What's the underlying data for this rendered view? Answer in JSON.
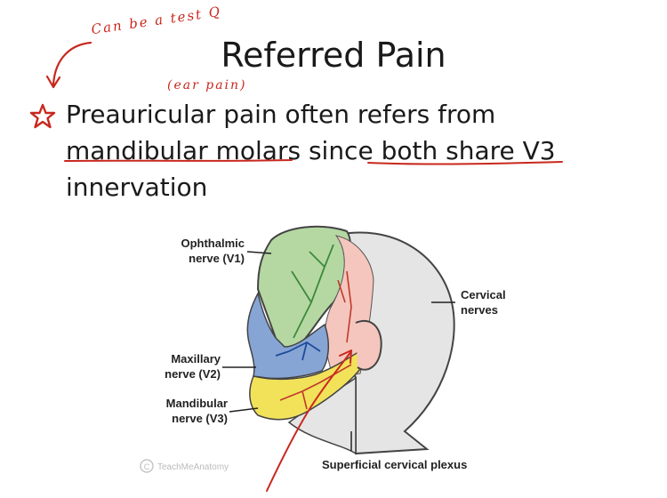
{
  "slide": {
    "title": "Referred Pain",
    "bullet": {
      "part1": "Preauricular pain often refers from ",
      "highlight1": "mandibular molars",
      "part2": " since ",
      "highlight2": "both share V3",
      "part3": " innervation"
    }
  },
  "annotations": {
    "test_note": "Can be a test Q",
    "ear_note": "(ear pain)"
  },
  "diagram": {
    "labels": {
      "ophthalmic": [
        "Ophthalmic",
        "nerve (V1)"
      ],
      "maxillary": [
        "Maxillary",
        "nerve (V2)"
      ],
      "mandibular": [
        "Mandibular",
        "nerve (V3)"
      ],
      "cervical": [
        "Cervical",
        "nerves"
      ],
      "plexus": "Superficial cervical plexus"
    },
    "watermark": "TeachMeAnatomy",
    "colors": {
      "v1": "#b5d8a3",
      "v2": "#86a5d4",
      "v3": "#f2e25a",
      "cervical": "#e5e5e5",
      "scalp": "#f5c6bd",
      "nerve_v1": "#3d8a3a",
      "nerve_v2": "#1d4a9a",
      "nerve_v3": "#c0392b",
      "ink": "#c8281e"
    }
  }
}
